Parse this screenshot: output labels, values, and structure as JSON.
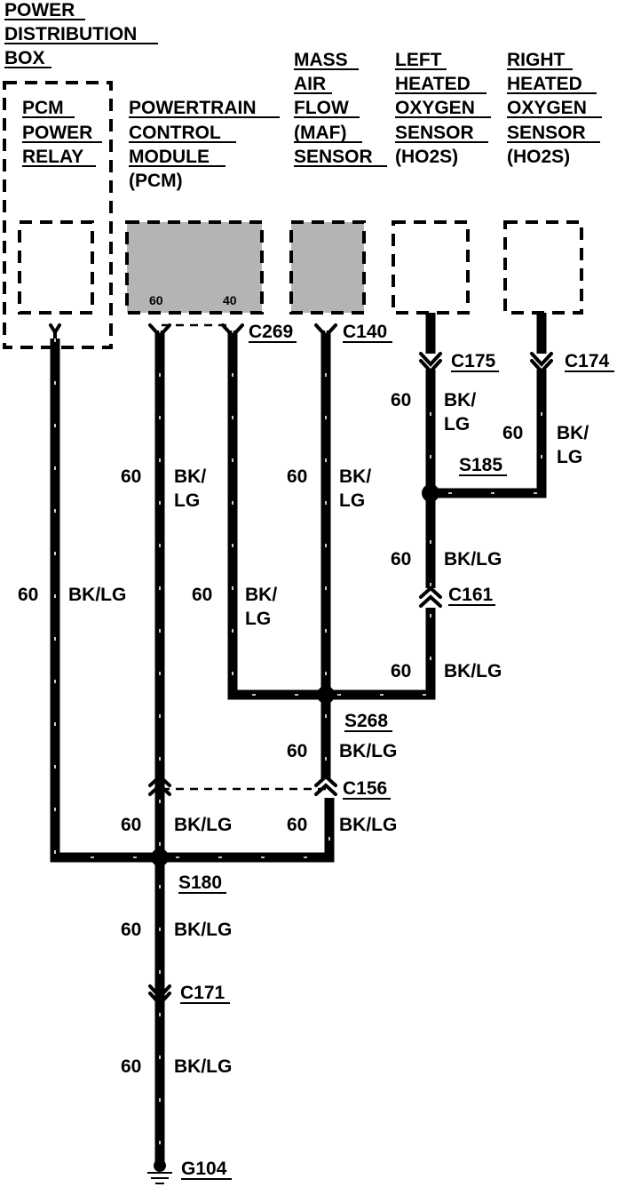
{
  "components": {
    "power_distribution_box": {
      "line1": "POWER",
      "line2": "DISTRIBUTION",
      "line3": "BOX"
    },
    "pcm_power_relay": {
      "line1": "PCM",
      "line2": "POWER",
      "line3": "RELAY"
    },
    "pcm": {
      "line1": "POWERTRAIN",
      "line2": "CONTROL",
      "line3": "MODULE",
      "line4": "(PCM)",
      "pin_a": "60",
      "pin_b": "40"
    },
    "maf": {
      "line1": "MASS",
      "line2": "AIR",
      "line3": "FLOW",
      "line4": "(MAF)",
      "line5": "SENSOR"
    },
    "left_ho2s": {
      "line1": "LEFT",
      "line2": "HEATED",
      "line3": "OXYGEN",
      "line4": "SENSOR",
      "line5": "(HO2S)"
    },
    "right_ho2s": {
      "line1": "RIGHT",
      "line2": "HEATED",
      "line3": "OXYGEN",
      "line4": "SENSOR",
      "line5": "(HO2S)"
    }
  },
  "connectors": {
    "c269": "C269",
    "c140": "C140",
    "c175": "C175",
    "c174": "C174",
    "c161": "C161",
    "c156": "C156",
    "c171": "C171"
  },
  "splices": {
    "s185": "S185",
    "s268": "S268",
    "s180": "S180"
  },
  "ground": "G104",
  "wires": {
    "circuit": "60",
    "color_split_1": "BK/",
    "color_split_2": "LG",
    "color_full": "BK/LG"
  }
}
